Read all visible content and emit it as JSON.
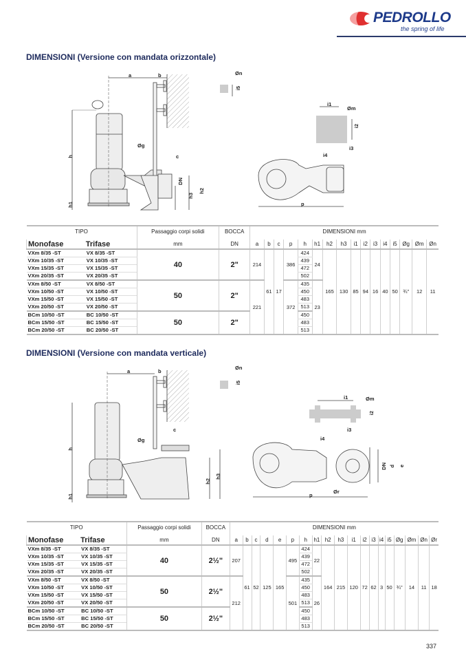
{
  "logo": {
    "brand": "PEDROLLO",
    "tagline": "the spring of life",
    "brand_color": "#1d3a8a",
    "accent": "#e03030"
  },
  "section1": {
    "title": "DIMENSIONI (Versione con mandata orizzontale)",
    "labels": {
      "a": "a",
      "b": "b",
      "on": "Øn",
      "i5": "i5",
      "og": "Øg",
      "c": "c",
      "h": "h",
      "h1": "h1",
      "dn": "DN",
      "h3": "h3",
      "h2": "h2",
      "i1": "i1",
      "om": "Øm",
      "i2": "i2",
      "i3": "i3",
      "i4": "i4",
      "p": "p"
    },
    "table": {
      "tipo": "TIPO",
      "passaggio": "Passaggio corpi solidi",
      "bocca": "BOCCA",
      "dimensioni": "DIMENSIONI mm",
      "monofase": "Monofase",
      "trifase": "Trifase",
      "mm": "mm",
      "dn": "DN",
      "models": [
        [
          "VXm 8/35  -ST",
          "VX 8/35  -ST"
        ],
        [
          "VXm 10/35 -ST",
          "VX 10/35 -ST"
        ],
        [
          "VXm 15/35 -ST",
          "VX 15/35 -ST"
        ],
        [
          "VXm 20/35 -ST",
          "VX 20/35 -ST"
        ],
        [
          "VXm 8/50  -ST",
          "VX 8/50  -ST"
        ],
        [
          "VXm 10/50 -ST",
          "VX 10/50 -ST"
        ],
        [
          "VXm 15/50 -ST",
          "VX 15/50 -ST"
        ],
        [
          "VXm 20/50 -ST",
          "VX 20/50 -ST"
        ],
        [
          "BCm 10/50 -ST",
          "BC 10/50 -ST"
        ],
        [
          "BCm 15/50 -ST",
          "BC 15/50 -ST"
        ],
        [
          "BCm 20/50 -ST",
          "BC 20/50 -ST"
        ]
      ],
      "groups": [
        {
          "mm": "40",
          "dn": "2\"",
          "span": 4
        },
        {
          "mm": "50",
          "dn": "2\"",
          "span": 4
        },
        {
          "mm": "50",
          "dn": "2\"",
          "span": 3
        }
      ],
      "cols": [
        {
          "label": "a",
          "cells": [
            {
              "v": "214",
              "span": 4
            },
            {
              "v": "221",
              "span": 7
            }
          ]
        },
        {
          "label": "b",
          "cells": [
            {
              "v": "61",
              "span": 11
            }
          ]
        },
        {
          "label": "c",
          "cells": [
            {
              "v": "17",
              "span": 11
            }
          ]
        },
        {
          "label": "p",
          "cells": [
            {
              "v": "386",
              "span": 4
            },
            {
              "v": "372",
              "span": 7
            }
          ]
        },
        {
          "label": "h",
          "cells": [
            {
              "v": "424",
              "span": 1
            },
            {
              "v": "439",
              "span": 1
            },
            {
              "v": "472",
              "span": 1
            },
            {
              "v": "502",
              "span": 1
            },
            {
              "v": "435",
              "span": 1
            },
            {
              "v": "450",
              "span": 1
            },
            {
              "v": "483",
              "span": 1
            },
            {
              "v": "513",
              "span": 1
            },
            {
              "v": "450",
              "span": 1
            },
            {
              "v": "483",
              "span": 1
            },
            {
              "v": "513",
              "span": 1
            }
          ]
        },
        {
          "label": "h1",
          "cells": [
            {
              "v": "24",
              "span": 4
            },
            {
              "v": "23",
              "span": 7
            }
          ]
        },
        {
          "label": "h2",
          "cells": [
            {
              "v": "165",
              "span": 11
            }
          ]
        },
        {
          "label": "h3",
          "cells": [
            {
              "v": "130",
              "span": 11
            }
          ]
        },
        {
          "label": "i1",
          "cells": [
            {
              "v": "85",
              "span": 11
            }
          ]
        },
        {
          "label": "i2",
          "cells": [
            {
              "v": "94",
              "span": 11
            }
          ]
        },
        {
          "label": "i3",
          "cells": [
            {
              "v": "16",
              "span": 11
            }
          ]
        },
        {
          "label": "i4",
          "cells": [
            {
              "v": "40",
              "span": 11
            }
          ]
        },
        {
          "label": "i5",
          "cells": [
            {
              "v": "50",
              "span": 11
            }
          ]
        },
        {
          "label": "Øg",
          "cells": [
            {
              "v": "¾\"",
              "span": 11
            }
          ]
        },
        {
          "label": "Øm",
          "cells": [
            {
              "v": "12",
              "span": 11
            }
          ]
        },
        {
          "label": "Øn",
          "cells": [
            {
              "v": "11",
              "span": 11
            }
          ]
        }
      ]
    }
  },
  "section2": {
    "title": "DIMENSIONI (Versione con mandata verticale)",
    "labels": {
      "a": "a",
      "b": "b",
      "on": "Øn",
      "i5": "i5",
      "og": "Øg",
      "c": "c",
      "h": "h",
      "h1": "h1",
      "dn": "DN",
      "h3": "h3",
      "h2": "h2",
      "i1": "i1",
      "om": "Øm",
      "i2": "i2",
      "i3": "i3",
      "i4": "i4",
      "p": "p",
      "d": "d",
      "e": "e",
      "or": "Ør"
    },
    "table": {
      "tipo": "TIPO",
      "passaggio": "Passaggio corpi solidi",
      "bocca": "BOCCA",
      "dimensioni": "DIMENSIONI mm",
      "monofase": "Monofase",
      "trifase": "Trifase",
      "mm": "mm",
      "dn": "DN",
      "models": [
        [
          "VXm 8/35  -ST",
          "VX 8/35  -ST"
        ],
        [
          "VXm 10/35 -ST",
          "VX 10/35 -ST"
        ],
        [
          "VXm 15/35 -ST",
          "VX 15/35 -ST"
        ],
        [
          "VXm 20/35 -ST",
          "VX 20/35 -ST"
        ],
        [
          "VXm 8/50  -ST",
          "VX 8/50  -ST"
        ],
        [
          "VXm 10/50 -ST",
          "VX 10/50 -ST"
        ],
        [
          "VXm 15/50 -ST",
          "VX 15/50 -ST"
        ],
        [
          "VXm 20/50 -ST",
          "VX 20/50 -ST"
        ],
        [
          "BCm 10/50 -ST",
          "BC 10/50 -ST"
        ],
        [
          "BCm 15/50 -ST",
          "BC 15/50 -ST"
        ],
        [
          "BCm 20/50 -ST",
          "BC 20/50 -ST"
        ]
      ],
      "groups": [
        {
          "mm": "40",
          "dn": "2½\"",
          "span": 4
        },
        {
          "mm": "50",
          "dn": "2½\"",
          "span": 4
        },
        {
          "mm": "50",
          "dn": "2½\"",
          "span": 3
        }
      ],
      "cols": [
        {
          "label": "a",
          "cells": [
            {
              "v": "207",
              "span": 4
            },
            {
              "v": "212",
              "span": 7
            }
          ]
        },
        {
          "label": "b",
          "cells": [
            {
              "v": "61",
              "span": 11
            }
          ]
        },
        {
          "label": "c",
          "cells": [
            {
              "v": "52",
              "span": 11
            }
          ]
        },
        {
          "label": "d",
          "cells": [
            {
              "v": "125",
              "span": 11
            }
          ]
        },
        {
          "label": "e",
          "cells": [
            {
              "v": "165",
              "span": 11
            }
          ]
        },
        {
          "label": "p",
          "cells": [
            {
              "v": "495",
              "span": 4
            },
            {
              "v": "501",
              "span": 7
            }
          ]
        },
        {
          "label": "h",
          "cells": [
            {
              "v": "424",
              "span": 1
            },
            {
              "v": "439",
              "span": 1
            },
            {
              "v": "472",
              "span": 1
            },
            {
              "v": "502",
              "span": 1
            },
            {
              "v": "435",
              "span": 1
            },
            {
              "v": "450",
              "span": 1
            },
            {
              "v": "483",
              "span": 1
            },
            {
              "v": "513",
              "span": 1
            },
            {
              "v": "450",
              "span": 1
            },
            {
              "v": "483",
              "span": 1
            },
            {
              "v": "513",
              "span": 1
            }
          ]
        },
        {
          "label": "h1",
          "cells": [
            {
              "v": "22",
              "span": 4
            },
            {
              "v": "26",
              "span": 7
            }
          ]
        },
        {
          "label": "h2",
          "cells": [
            {
              "v": "164",
              "span": 11
            }
          ]
        },
        {
          "label": "h3",
          "cells": [
            {
              "v": "215",
              "span": 11
            }
          ]
        },
        {
          "label": "i1",
          "cells": [
            {
              "v": "120",
              "span": 11
            }
          ]
        },
        {
          "label": "i2",
          "cells": [
            {
              "v": "72",
              "span": 11
            }
          ]
        },
        {
          "label": "i3",
          "cells": [
            {
              "v": "62",
              "span": 11
            }
          ]
        },
        {
          "label": "i4",
          "cells": [
            {
              "v": "3",
              "span": 11
            }
          ]
        },
        {
          "label": "i5",
          "cells": [
            {
              "v": "50",
              "span": 11
            }
          ]
        },
        {
          "label": "Øg",
          "cells": [
            {
              "v": "¾\"",
              "span": 11
            }
          ]
        },
        {
          "label": "Øm",
          "cells": [
            {
              "v": "14",
              "span": 11
            }
          ]
        },
        {
          "label": "Øn",
          "cells": [
            {
              "v": "11",
              "span": 11
            }
          ]
        },
        {
          "label": "Ør",
          "cells": [
            {
              "v": "18",
              "span": 11
            }
          ]
        }
      ]
    }
  },
  "page_number": "337"
}
